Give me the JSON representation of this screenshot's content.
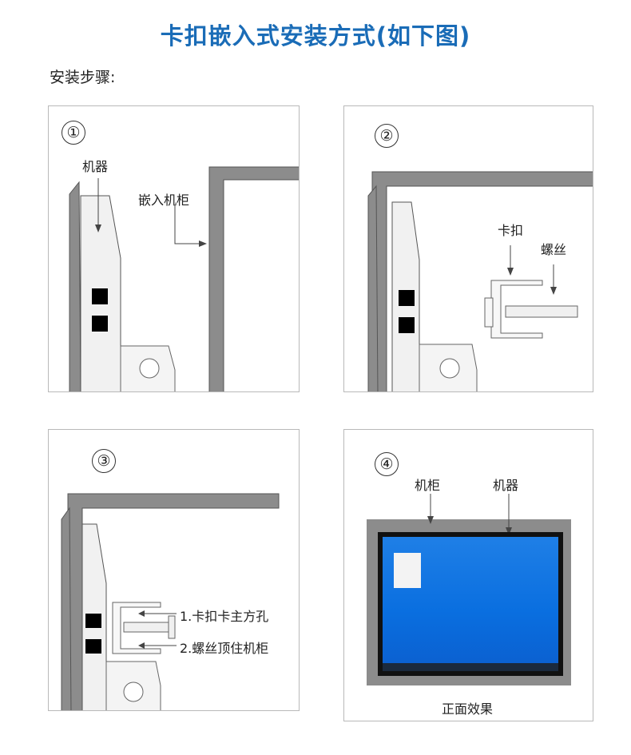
{
  "title": "卡扣嵌入式安装方式(如下图)",
  "subtitle": "安装步骤:",
  "colors": {
    "title": "#1a6cb7",
    "frame": "#8c8c8c",
    "line": "#555555",
    "screen_bg": "#0a6fe0"
  },
  "panels": [
    {
      "num": "①",
      "labels": {
        "machine": "机器",
        "cabinet": "嵌入机柜"
      }
    },
    {
      "num": "②",
      "labels": {
        "clip": "卡扣",
        "screw": "螺丝"
      }
    },
    {
      "num": "③",
      "labels": {
        "step1": "1.卡扣卡主方孔",
        "step2": "2.螺丝顶住机柜"
      }
    },
    {
      "num": "④",
      "labels": {
        "cabinet": "机柜",
        "machine": "机器"
      },
      "caption": "正面效果"
    }
  ]
}
